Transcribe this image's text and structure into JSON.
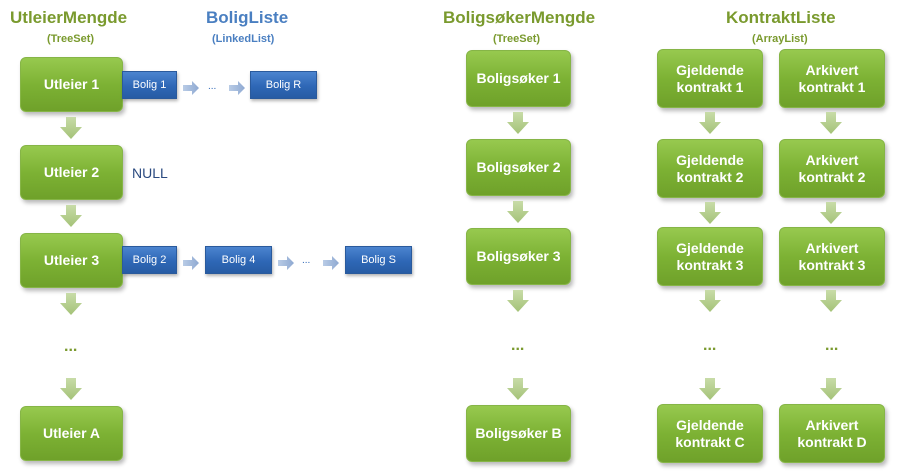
{
  "headings": {
    "utleier": {
      "title": "UtleierMengde",
      "subtitle": "(TreeSet)"
    },
    "bolig": {
      "title": "BoligListe",
      "subtitle": "(LinkedList)"
    },
    "boligsoker": {
      "title": "BoligsøkerMengde",
      "subtitle": "(TreeSet)"
    },
    "kontrakt": {
      "title": "KontraktListe",
      "subtitle": "(ArrayList)"
    }
  },
  "utleiere": [
    "Utleier 1",
    "Utleier 2",
    "Utleier 3",
    "...",
    "Utleier A"
  ],
  "bolig_rows": {
    "row1": [
      "Bolig 1",
      "...",
      "Bolig R"
    ],
    "row2_null": "NULL",
    "row3": [
      "Bolig 2",
      "Bolig 4",
      "...",
      "Bolig S"
    ]
  },
  "boligsokere": [
    "Boligsøker 1",
    "Boligsøker 2",
    "Boligsøker 3",
    "...",
    "Boligsøker B"
  ],
  "gjeldende": [
    [
      "Gjeldende",
      "kontrakt 1"
    ],
    [
      "Gjeldende",
      "kontrakt 2"
    ],
    [
      "Gjeldende",
      "kontrakt 3"
    ],
    "...",
    [
      "Gjeldende",
      "kontrakt C"
    ]
  ],
  "arkivert": [
    [
      "Arkivert",
      "kontrakt 1"
    ],
    [
      "Arkivert",
      "kontrakt 2"
    ],
    [
      "Arkivert",
      "kontrakt 3"
    ],
    "...",
    [
      "Arkivert",
      "kontrakt D"
    ]
  ],
  "colors": {
    "green_box": "#7db234",
    "blue_box": "#2e67b6",
    "green_heading": "#7a9a2e",
    "blue_heading": "#4a7fc1",
    "arrow_green": "#b4cf8e",
    "arrow_blue": "#9bb3d6"
  }
}
